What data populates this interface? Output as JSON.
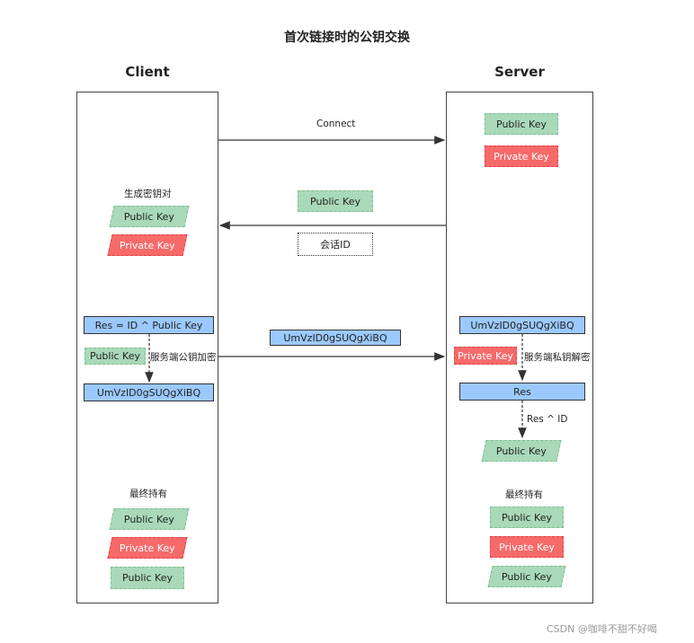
{
  "title": "首次链接时的公钥交换",
  "client": {
    "header": "Client",
    "gen_label": "生成密钥对",
    "gen_public": "Public Key",
    "gen_private": "Private Key",
    "res_formula": "Res = ID ^ Public Key",
    "server_public": "Public Key",
    "encrypt_note": "服务端公钥加密",
    "cipher": "UmVzID0gSUQgXiBQ",
    "final_label": "最终持有",
    "final_public": "Public Key",
    "final_private": "Private Key",
    "final_server_public": "Public Key"
  },
  "server": {
    "header": "Server",
    "own_public": "Public Key",
    "own_private": "Private Key",
    "cipher": "UmVzID0gSUQgXiBQ",
    "private_key": "Private Key",
    "decrypt_note": "服务端私钥解密",
    "res": "Res",
    "res_note": "Res ^ ID",
    "client_public": "Public Key",
    "final_label": "最终持有",
    "final_public": "Public Key",
    "final_private": "Private Key",
    "final_client_public": "Public Key"
  },
  "messages": {
    "connect": "Connect",
    "reply_public": "Public Key",
    "session_id": "会话ID",
    "cipher": "UmVzID0gSUQgXiBQ"
  },
  "watermark": "CSDN @咖啡不甜不好喝",
  "colors": {
    "public_key": "#a9d9b8",
    "private_key": "#f66a6a",
    "cipher_block": "#9bc9ff",
    "arrow": "#333333"
  }
}
